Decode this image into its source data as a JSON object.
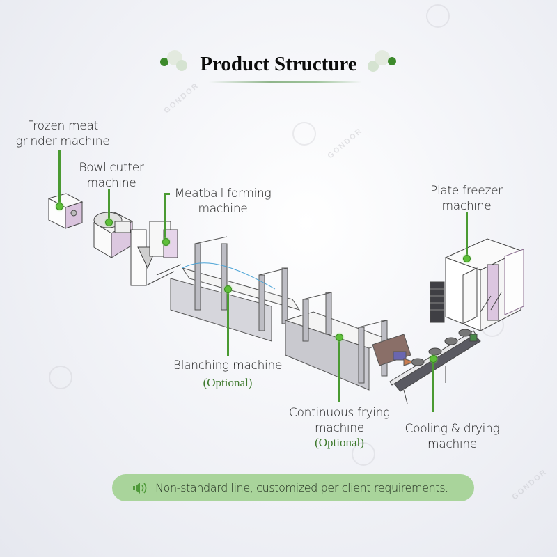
{
  "title": "Product Structure",
  "watermark": "GONDOR",
  "accent_color": "#4a9a32",
  "machines": [
    {
      "id": "grinder",
      "label_lines": [
        "Frozen meat",
        "grinder machine"
      ],
      "optional": false
    },
    {
      "id": "bowl-cutter",
      "label_lines": [
        "Bowl cutter",
        "machine"
      ],
      "optional": false
    },
    {
      "id": "meatball-forming",
      "label_lines": [
        "Meatball forming",
        "machine"
      ],
      "optional": false
    },
    {
      "id": "blanching",
      "label_lines": [
        "Blanching machine"
      ],
      "optional": true,
      "optional_text": "(Optional)"
    },
    {
      "id": "frying",
      "label_lines": [
        "Continuous frying",
        "machine"
      ],
      "optional": true,
      "optional_text": "(Optional)"
    },
    {
      "id": "cooling",
      "label_lines": [
        "Cooling & drying",
        "machine"
      ],
      "optional": false
    },
    {
      "id": "plate-freezer",
      "label_lines": [
        "Plate freezer",
        "machine"
      ],
      "optional": false
    }
  ],
  "note": {
    "icon": "speaker-icon",
    "text": "Non-standard line, customized per client requirements."
  }
}
